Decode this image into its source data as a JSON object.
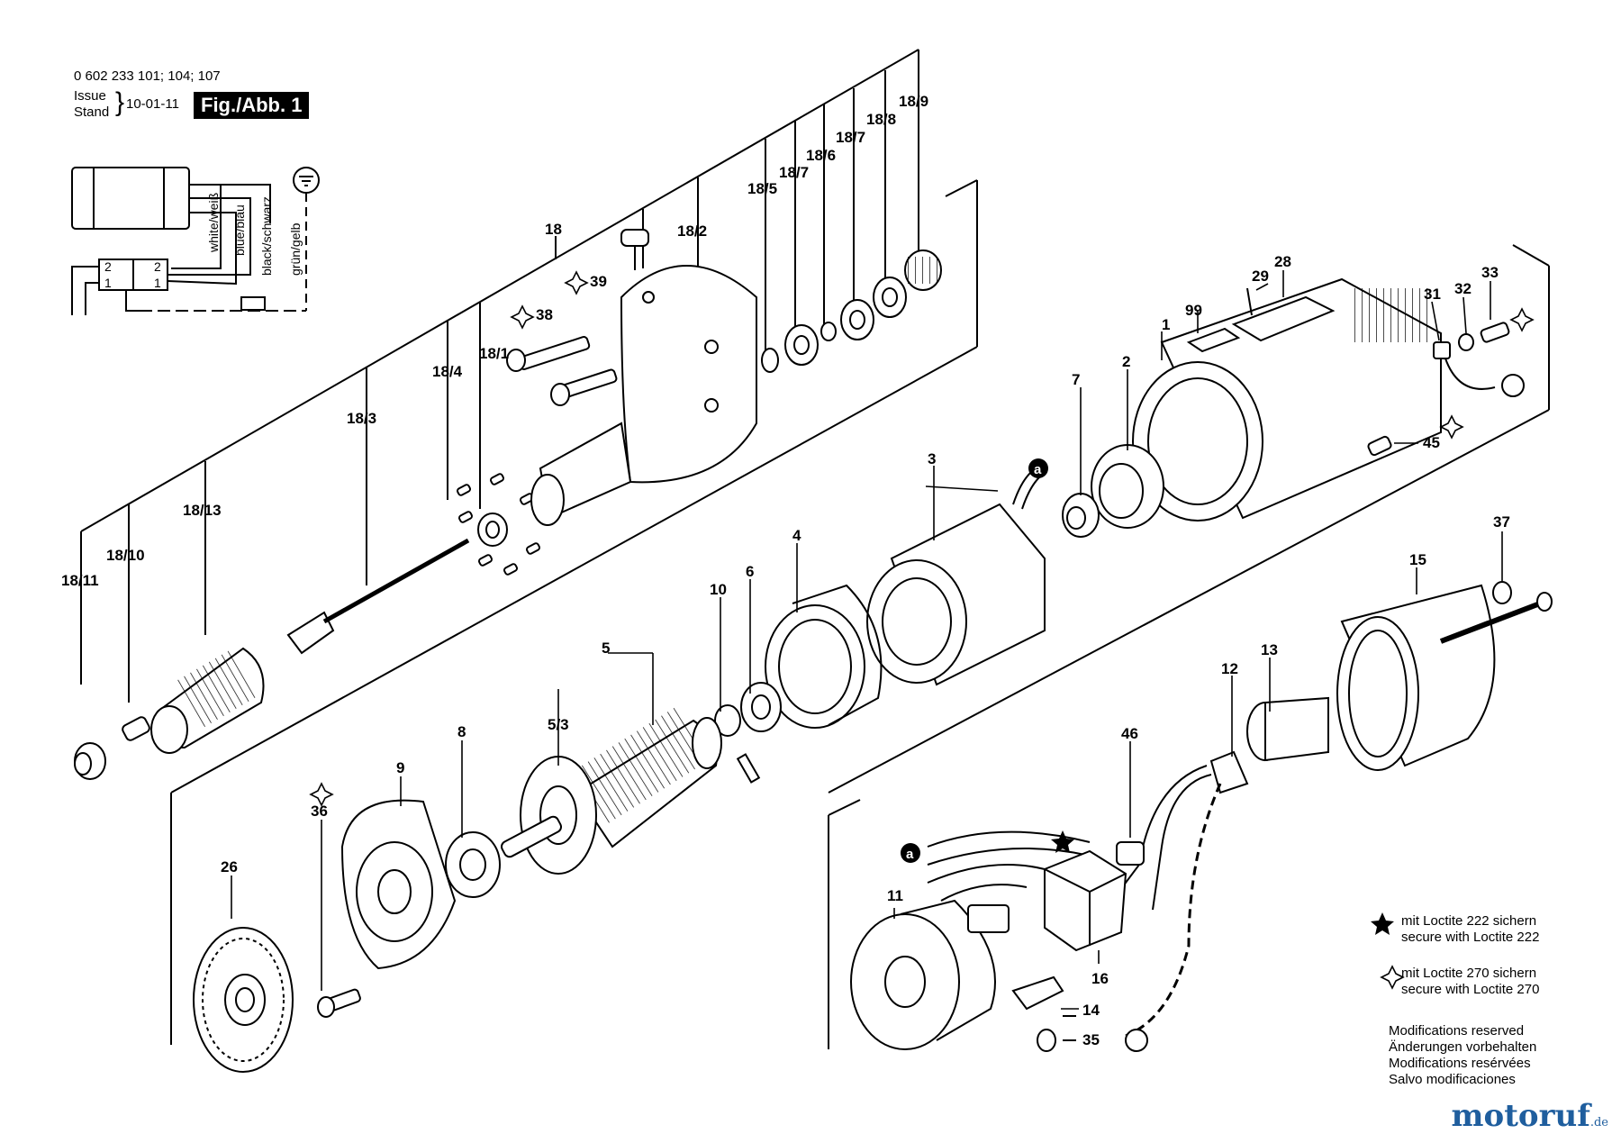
{
  "header": {
    "part_numbers": "0 602 233 101; 104; 107",
    "issue_label": "Issue",
    "stand_label": "Stand",
    "date": "10-01-11",
    "figure_label": "Fig./Abb. 1"
  },
  "wiring": {
    "wire_white": "white/weiß",
    "wire_blue": "blue/blau",
    "wire_black": "black/schwarz",
    "wire_green": "grün/gelb",
    "term_2a": "2",
    "term_2b": "2",
    "term_1a": "1",
    "term_1b": "1"
  },
  "parts": {
    "p18": "18",
    "p18_1": "18/1",
    "p18_2": "18/2",
    "p18_3": "18/3",
    "p18_4": "18/4",
    "p18_5": "18/5",
    "p18_6": "18/6",
    "p18_7a": "18/7",
    "p18_7b": "18/7",
    "p18_8": "18/8",
    "p18_9": "18/9",
    "p18_10": "18/10",
    "p18_11": "18/11",
    "p18_13": "18/13",
    "p38": "38",
    "p39": "39",
    "p1": "1",
    "p2": "2",
    "p3": "3",
    "p4": "4",
    "p5": "5",
    "p5_3": "5/3",
    "p6": "6",
    "p7": "7",
    "p8": "8",
    "p9": "9",
    "p10": "10",
    "p11": "11",
    "p12": "12",
    "p13": "13",
    "p14": "14",
    "p15": "15",
    "p16": "16",
    "p26": "26",
    "p28": "28",
    "p29": "29",
    "p31": "31",
    "p32": "32",
    "p33": "33",
    "p35": "35",
    "p36": "36",
    "p37": "37",
    "p45": "45",
    "p46": "46",
    "p99": "99",
    "ref_a1": "a",
    "ref_a2": "a"
  },
  "notes": {
    "loctite222_de": "mit Loctite 222 sichern",
    "loctite222_en": "secure with Loctite 222",
    "loctite270_de": "mit Loctite 270 sichern",
    "loctite270_en": "secure with Loctite 270",
    "mod_en": "Modifications reserved",
    "mod_de": "Änderungen vorbehalten",
    "mod_fr": "Modifications resérvées",
    "mod_it": "Salvo modificaciones"
  },
  "watermark": {
    "main": "motoruf",
    "tld": ".de"
  },
  "colors": {
    "ink": "#000000",
    "watermark": "#1f5e9e"
  }
}
